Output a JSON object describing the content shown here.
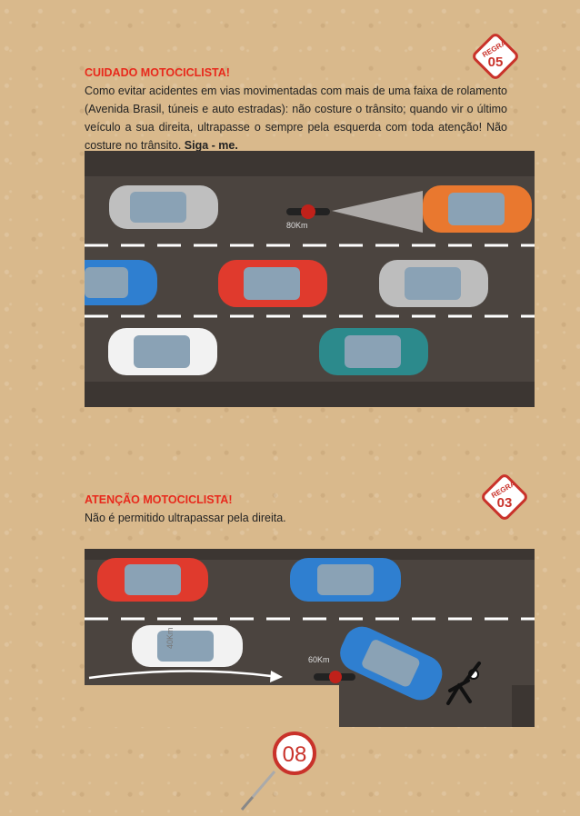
{
  "rule05": {
    "badge_word": "REGRA",
    "badge_number": "05",
    "title": "CUIDADO MOTOCICLISTA!",
    "paragraph": "Como evitar acidentes em vias movimentadas com mais de uma faixa de rolamento (Avenida Brasil, túneis e auto estradas): não costure o trânsito; quando vir o último veículo a sua direita, ultrapasse o sempre pela esquerda com toda atenção! Não costure no trânsito.",
    "emphasis": "Siga - me.",
    "speed_label": "80Km",
    "moto_speed": "80Km"
  },
  "rule03": {
    "badge_word": "REGRA",
    "badge_number": "03",
    "title": "ATENÇÃO MOTOCICLISTA!",
    "paragraph": "Não é permitido ultrapassar pela direita.",
    "speed_40": "40Km",
    "moto_speed": "60Km"
  },
  "page": {
    "number": "08"
  },
  "colors": {
    "red": "#e8291c",
    "road": "#4b443f"
  }
}
